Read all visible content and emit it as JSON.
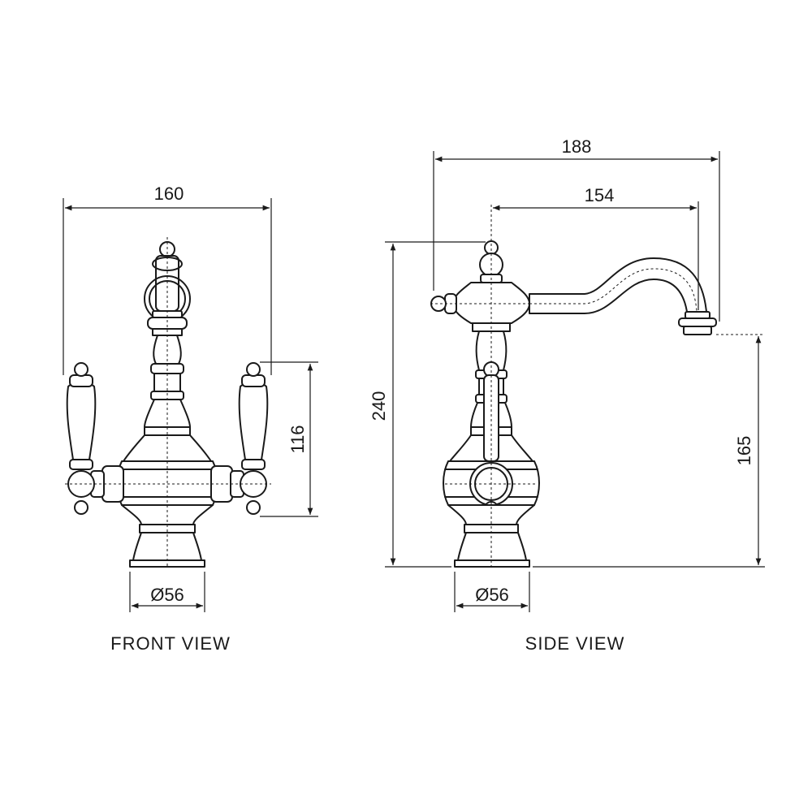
{
  "views": {
    "front": {
      "label": "FRONT VIEW"
    },
    "side": {
      "label": "SIDE VIEW"
    }
  },
  "dimensions": {
    "front_width": "160",
    "front_handle_height": "116",
    "front_base_diameter": "Ø56",
    "side_overall_reach": "188",
    "side_spout_reach": "154",
    "side_overall_height": "240",
    "side_spout_height": "165",
    "side_base_diameter": "Ø56"
  }
}
